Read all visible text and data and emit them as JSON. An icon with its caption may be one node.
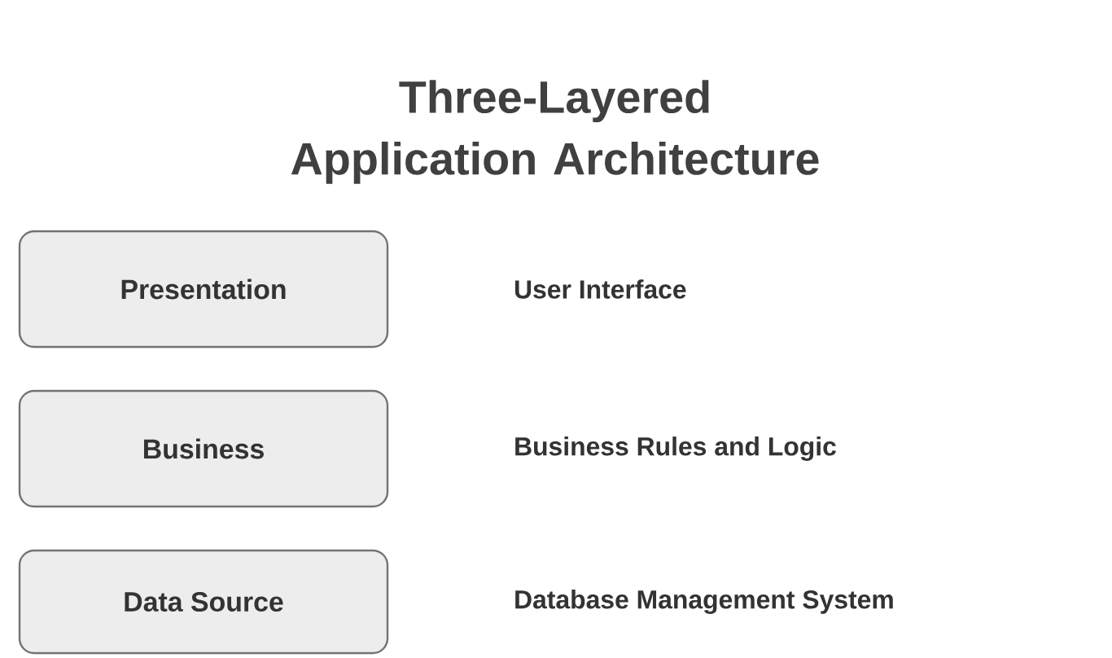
{
  "diagram": {
    "title": "Three-Layered Application Architecture",
    "nodes": [
      {
        "text": [
          "Presentation"
        ]
      },
      {
        "text": [
          "Business"
        ]
      },
      {
        "text": [
          "Data Source"
        ]
      }
    ],
    "labels": [
      "User Interface",
      "Business Rules and Logic",
      "Database Management System"
    ]
  }
}
